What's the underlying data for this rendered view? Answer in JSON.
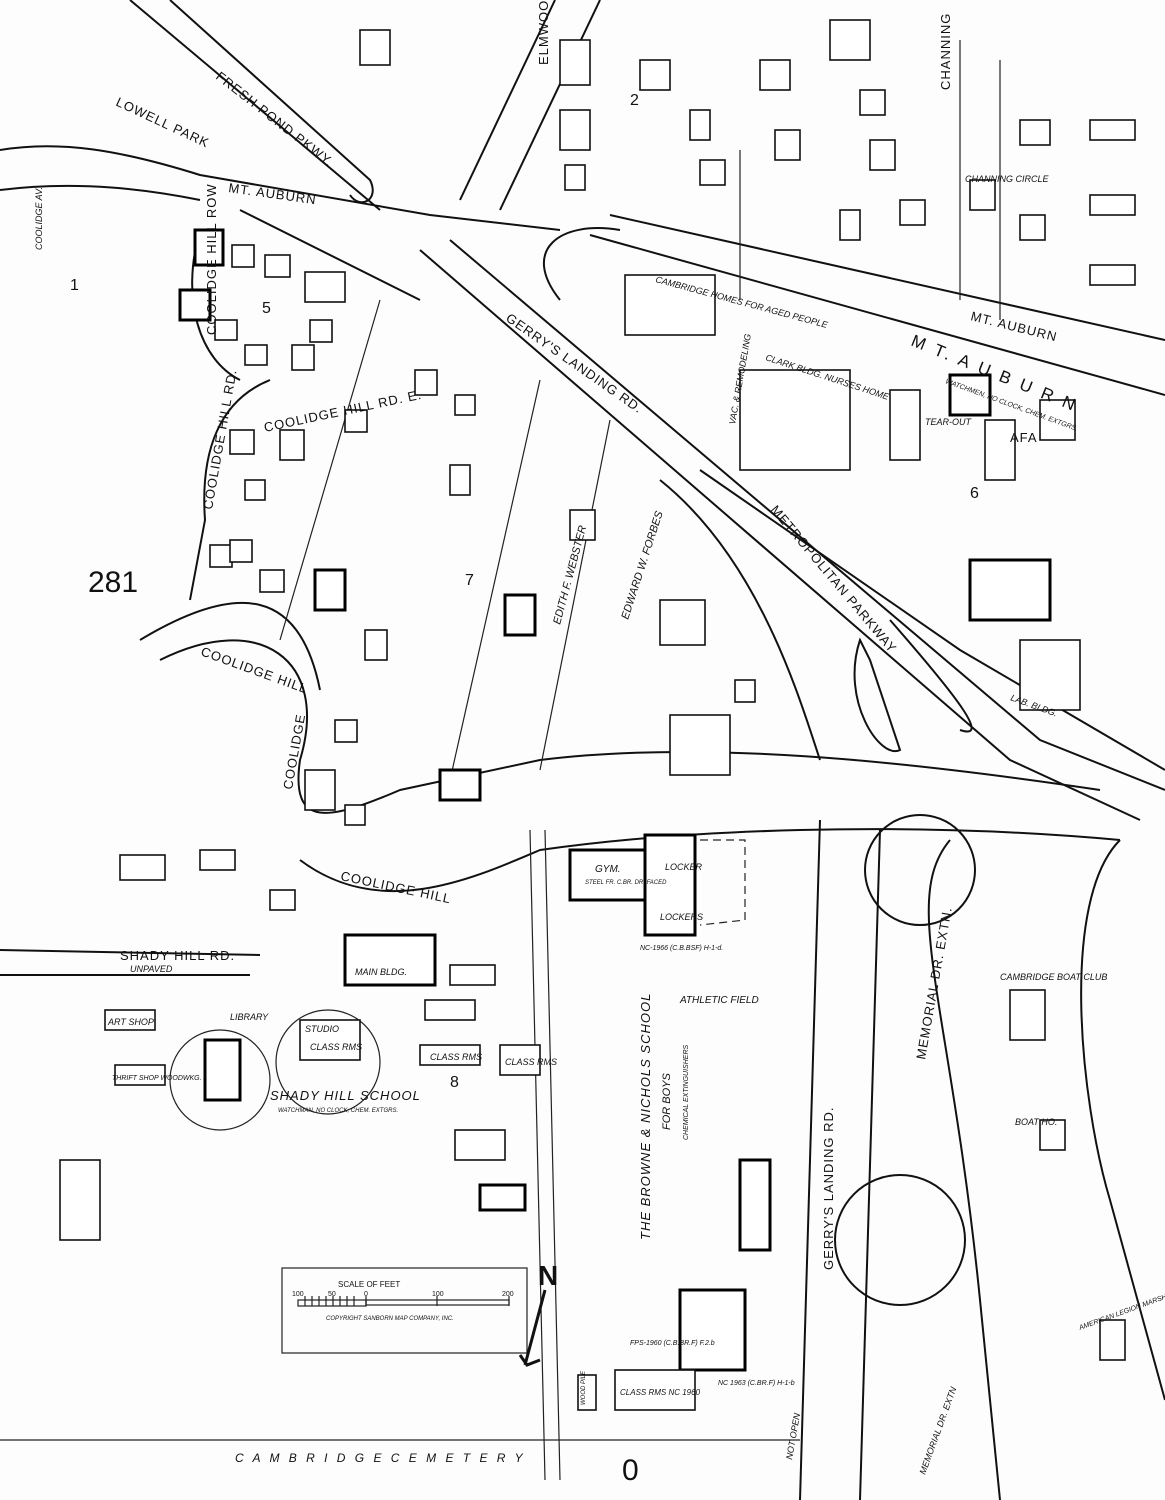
{
  "sheet_number": "281",
  "streets": {
    "lowell_park": "LOWELL PARK",
    "fresh_pond": "FRESH POND PKWY.",
    "elmwood": "ELMWOOD",
    "channing": "CHANNING",
    "channing_circle": "CHANNING CIRCLE",
    "mt_auburn_w": "MT. AUBURN",
    "mt_auburn_e": "MT. AUBURN",
    "mt_auburn_wide": "M T. A U B U R N",
    "gerrys_landing": "GERRY'S LANDING RD.",
    "metropolitan": "METROPOLITAN PARKWAY",
    "coolidge_hill_row": "COOLIDGE HILL ROW",
    "coolidge_hill_rd_e": "COOLIDGE HILL RD. E.",
    "coolidge_hill_rd": "COOLIDGE HILL RD.",
    "coolidge_av": "COOLIDGE AV.",
    "coolidge_hill_w": "COOLIDGE HILL",
    "coolidge": "COOLIDGE",
    "coolidge_hill_s": "COOLIDGE HILL",
    "shady_hill_rd": "SHADY HILL RD.",
    "unpaved": "UNPAVED",
    "memorial_dr": "MEMORIAL DR. EXTN.",
    "gerrys_landing_s": "GERRY'S LANDING RD.",
    "not_open": "NOT OPEN",
    "memorial_dr_s": "MEMORIAL DR. EXTN",
    "cemetery": "C A M B R I D G E   C E M E T E R Y"
  },
  "properties": {
    "homes_aged": "CAMBRIDGE HOMES FOR AGED PEOPLE",
    "vac_remodeling": "VAC. & REMODELING",
    "clark_bldg": "CLARK BLDG. NURSES HOME",
    "watchmen": "WATCHMEN, NO CLOCK, CHEM. EXTGRS.",
    "afa": "AFA",
    "tearout": "TEAR-OUT",
    "webster": "EDITH F. WEBSTER",
    "forbes": "EDWARD W. FORBES",
    "gym": "GYM.",
    "gym_note": "STEEL FR. C.BR. DR. FACED",
    "locker": "LOCKER",
    "lockers": "LOCKERS",
    "nc1966": "NC-1966 (C.B.BSF) H-1-d.",
    "browne_nichols": "THE BROWNE & NICHOLS SCHOOL",
    "for_boys": "FOR BOYS",
    "chem_ext": "CHEMICAL EXTINGUISHERS",
    "athletic": "ATHLETIC FIELD",
    "main_bldg": "MAIN BLDG.",
    "shady_hill_school": "SHADY HILL SCHOOL",
    "shady_note": "WATCHMAN, NO CLOCK, CHEM. EXTGRS.",
    "art_shop": "ART SHOP",
    "thrift_shop": "THRIFT SHOP WOODWKG.",
    "library": "LIBRARY",
    "studio": "STUDIO",
    "class_rms": "CLASS RMS",
    "class_rms_2": "CLASS RMS",
    "class_rms_3": "CLASS RMS",
    "boat_club": "CAMBRIDGE BOAT CLUB",
    "boat_ho": "BOAT HO.",
    "legion": "AMERICAN LEGION MARSH POST",
    "class_rms_nc": "CLASS RMS NC 1960",
    "fps": "FPS-1960 (C.B.BR.F) F.2.b",
    "nc1963": "NC 1963 (C.BR.F) H-1-b",
    "wood_pile": "WOOD PILE",
    "lab_bldg": "LAB. BLDG."
  },
  "block_numbers": [
    "2",
    "5",
    "6",
    "7",
    "8",
    "1",
    "0"
  ],
  "scale": {
    "title": "SCALE OF FEET",
    "ticks": [
      "100",
      "50",
      "0",
      "100",
      "200"
    ],
    "copyright": "COPYRIGHT SANBORN MAP COMPANY, INC."
  },
  "north_arrow": "N"
}
